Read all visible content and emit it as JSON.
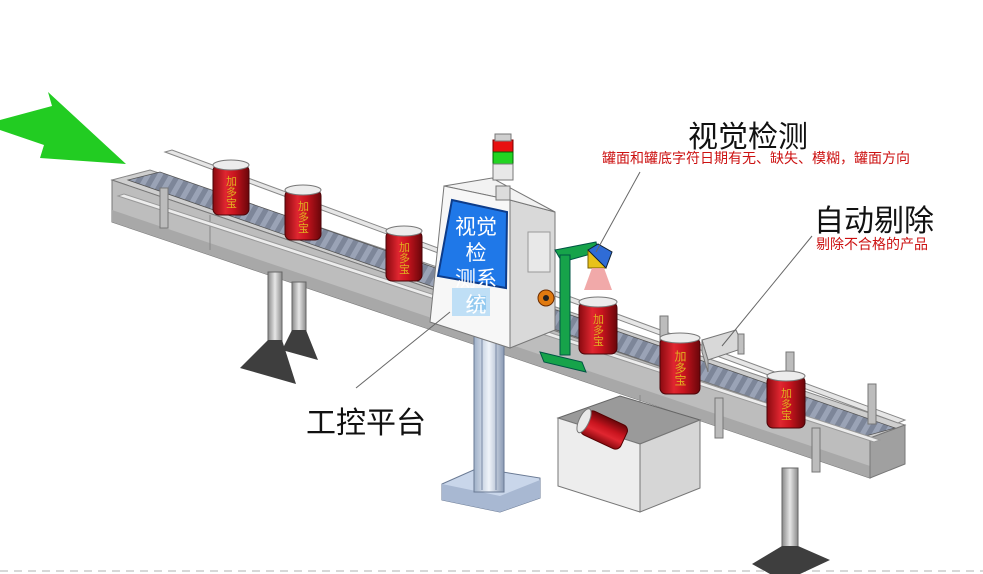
{
  "labels": {
    "vision_title": "视觉检测",
    "vision_desc": "罐面和罐底字符日期有无、缺失、模糊，罐面方向",
    "reject_title": "自动剔除",
    "reject_desc": "剔除不合格的产品",
    "platform_title": "工控平台"
  },
  "screen": {
    "line1": "视觉检",
    "line2": "测系统"
  },
  "can_text": "加多宝",
  "colors": {
    "arrow": "#22cc22",
    "label_red": "#cc1111",
    "can_red": "#c8141e",
    "can_gold": "#e0b020",
    "screen_blue": "#1f78e8",
    "frame_gray": "#b8b8b8",
    "belt_gray": "#8e97a8"
  }
}
